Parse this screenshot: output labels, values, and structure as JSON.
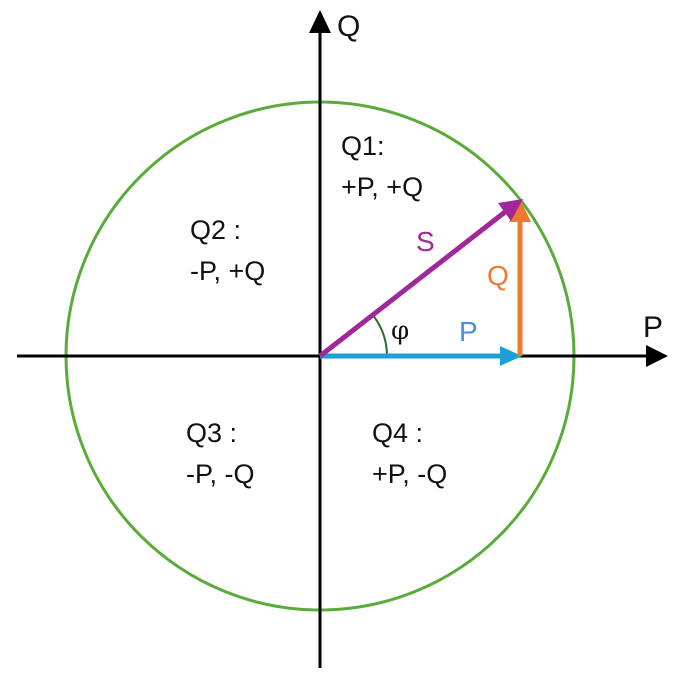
{
  "diagram": {
    "type": "pq-power-quadrant-diagram",
    "axes": {
      "x_label": "P",
      "y_label": "Q"
    },
    "quadrants": [
      {
        "id": "Q1",
        "title": "Q1:",
        "signs": "+P, +Q"
      },
      {
        "id": "Q2",
        "title": "Q2 :",
        "signs": "-P, +Q"
      },
      {
        "id": "Q3",
        "title": "Q3 :",
        "signs": "-P, -Q"
      },
      {
        "id": "Q4",
        "title": "Q4 :",
        "signs": "+P, -Q"
      }
    ],
    "vectors": {
      "S": {
        "label": "S",
        "color": "#a0289b"
      },
      "P": {
        "label": "P",
        "color": "#1e9fd8"
      },
      "Q": {
        "label": "Q",
        "color": "#ee7a30"
      }
    },
    "angle_label": "φ",
    "colors": {
      "circle": "#5aab3a",
      "axes": "#000000",
      "angle_arc": "#2e6b2e"
    }
  }
}
